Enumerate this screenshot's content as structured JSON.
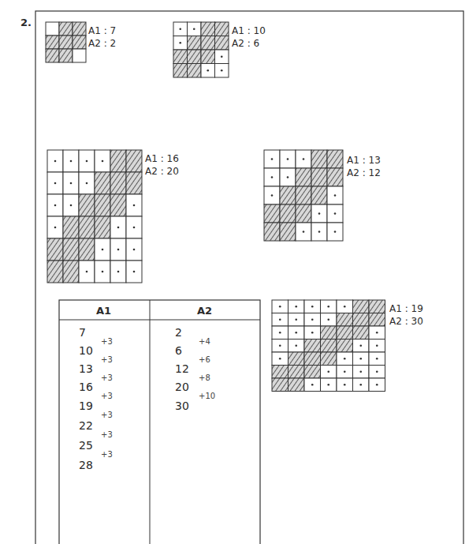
{
  "diagram": {
    "labels": [
      "2.",
      "A1 : 7",
      "A2 : 2",
      "A1 : 10",
      "A2 : 6",
      "A1 : 16",
      "A2 : 20",
      "A1 : 13",
      "A2 : 12",
      "A1 : 19",
      "A2 : 30",
      "A1",
      "A2",
      "7",
      "10",
      "13",
      "16",
      "19",
      "22",
      "25",
      "28",
      "+3",
      "+3",
      "+3",
      "+3",
      "+3",
      "+3",
      "+3",
      "2",
      "6",
      "12",
      "20",
      "30",
      "+4",
      "+6",
      "+8",
      "+10"
    ]
  }
}
